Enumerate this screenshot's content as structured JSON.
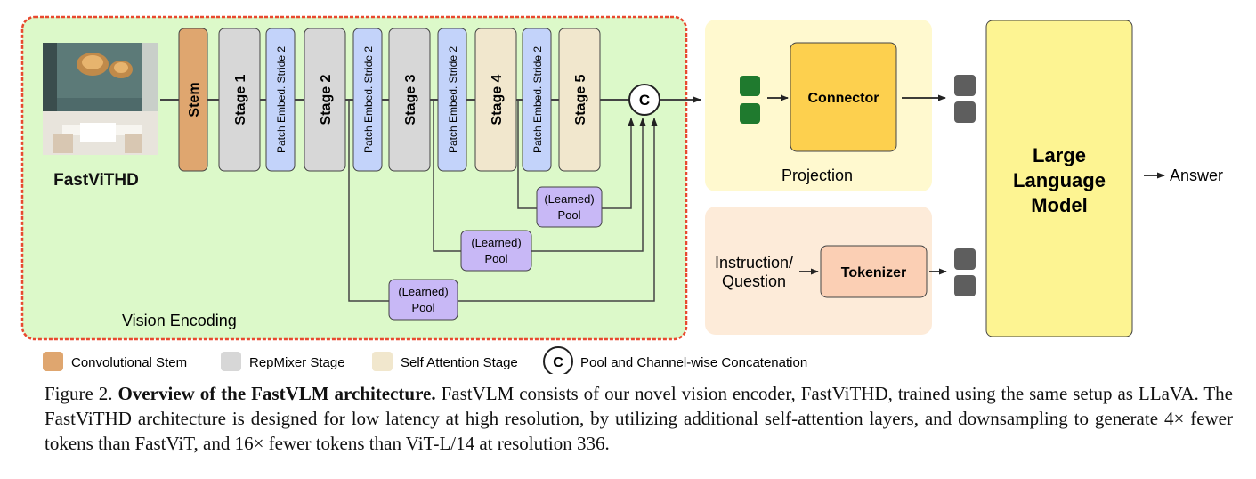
{
  "image_label": "FastViTHD",
  "encoder": {
    "stem": "Stem",
    "stage1": "Stage 1",
    "stage2": "Stage 2",
    "stage3": "Stage 3",
    "stage4": "Stage 4",
    "stage5": "Stage 5",
    "patch_embed": "Patch Embed. Stride 2",
    "pool_line1": "(Learned)",
    "pool_line2": "Pool",
    "concat_symbol": "C",
    "region_label": "Vision Encoding"
  },
  "projection": {
    "connector": "Connector",
    "label": "Projection"
  },
  "instruction": {
    "line1": "Instruction/",
    "line2": "Question",
    "tokenizer": "Tokenizer"
  },
  "llm": {
    "line1": "Large",
    "line2": "Language",
    "line3": "Model",
    "answer": "Answer"
  },
  "legend": {
    "conv_stem": "Convolutional Stem",
    "repmixer": "RepMixer Stage",
    "self_attention": "Self Attention Stage",
    "concat_symbol": "C",
    "concat": "Pool and Channel-wise Concatenation"
  },
  "caption": {
    "prefix": "Figure 2. ",
    "title": "Overview of the FastVLM architecture.",
    "body": " FastVLM consists of our novel vision encoder, FastViTHD, trained using the same setup as LLaVA. The FastViTHD architecture is designed for low latency at high resolution, by utilizing additional self-attention layers, and downsampling to generate 4× fewer tokens than FastViT, and 16× fewer tokens than ViT-L/14 at resolution 336."
  },
  "colors": {
    "encoder_bg": "#dcf9c9",
    "encoder_border": "#e8492f",
    "stem": "#dfa66f",
    "repmixer": "#d7d7d7",
    "patch_embed": "#c3d3fa",
    "self_attention": "#f1e7cd",
    "pool": "#c8b8f6",
    "projection_bg": "#fff9cf",
    "connector": "#fdd04e",
    "instruction_bg": "#fdebd9",
    "tokenizer": "#fbcfb4",
    "llm": "#fdf492",
    "visual_token": "#1f7a2e",
    "text_token": "#5e5e5e"
  }
}
